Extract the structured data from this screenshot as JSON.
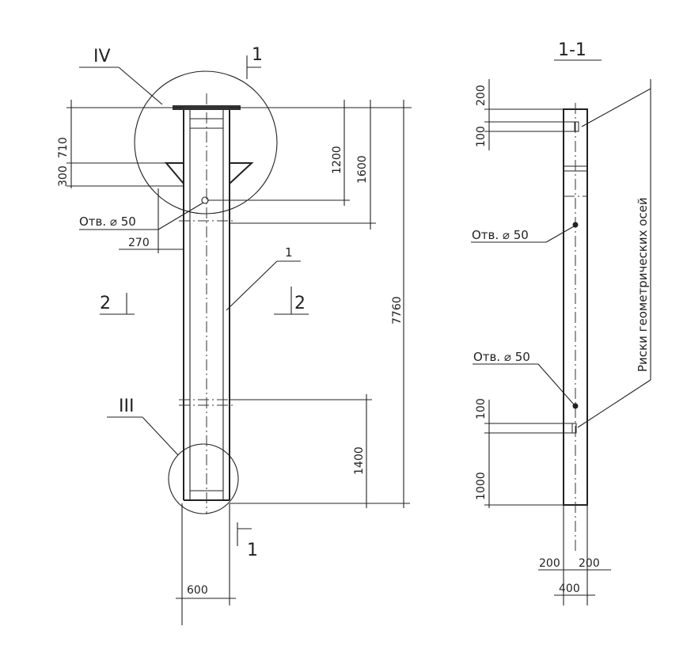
{
  "drawing": {
    "callouts": {
      "detail_iv": "IV",
      "detail_iii": "III"
    },
    "section_marks": {
      "top": "1",
      "bottom": "1",
      "left": "2",
      "right": "2"
    },
    "section_view_title": "1-1",
    "position_label": "1",
    "dimensions_main": {
      "d300": "300",
      "d710": "710",
      "d1200": "1200",
      "d1600": "1600",
      "d270": "270",
      "d7760": "7760",
      "d1400": "1400",
      "d600": "600"
    },
    "dimensions_section": {
      "d200_top": "200",
      "d100_top": "100",
      "d100_bottom": "100",
      "d1000": "1000",
      "d200_left": "200",
      "d200_right": "200",
      "d400": "400"
    },
    "hole_label": "Отв. ⌀ 50",
    "hole_label_upper": "Отв. ⌀ 50",
    "hole_label_lower": "Отв. ⌀ 50",
    "axis_marks_note": "Риски геометрических осей"
  }
}
